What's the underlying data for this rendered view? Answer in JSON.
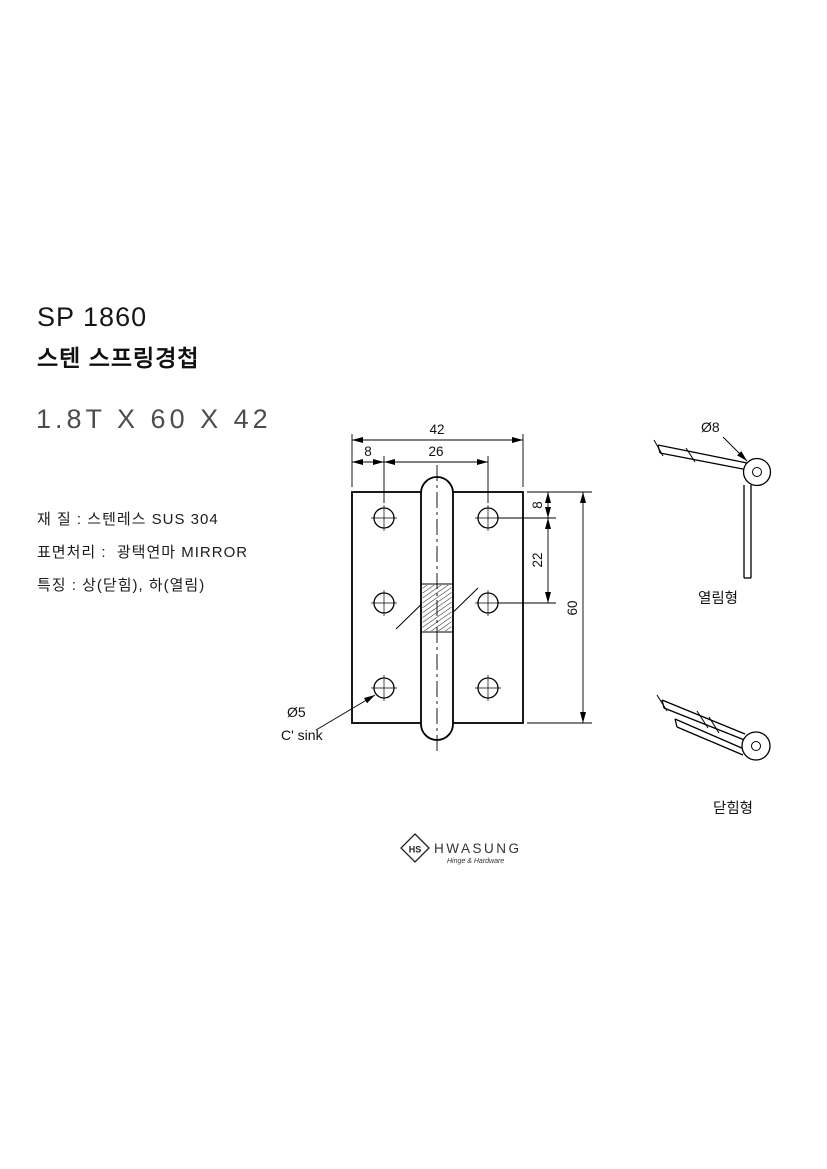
{
  "doc": {
    "title": "SP 1860",
    "subtitle": "스텐 스프링경첩",
    "size_spec": "1.8T X 60 X 42",
    "spec_material": "재 질 : 스텐레스 SUS 304",
    "spec_surface": "표면처리 :  광택연마 MIRROR",
    "spec_feature": "특징 : 상(닫힘), 하(열림)"
  },
  "dims": {
    "width_total": "42",
    "edge_offset": "8",
    "hole_span": "26",
    "top_offset": "8",
    "hole_gap": "22",
    "height_total": "60",
    "hole_dia": "Ø5",
    "sink": "C' sink",
    "pin_dia": "Ø8"
  },
  "views": {
    "open_label": "열림형",
    "closed_label": "닫힘형"
  },
  "logo": {
    "monogram": "HS",
    "name": "HWASUNG",
    "tagline": "Hinge & Hardware"
  }
}
